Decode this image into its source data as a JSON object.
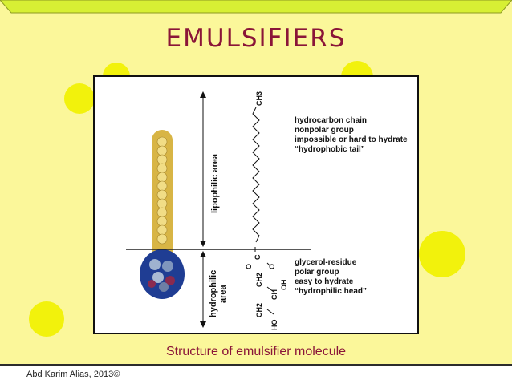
{
  "slide": {
    "title": "EMULSIFIERS",
    "caption": "Structure of emulsifier molecule",
    "credit": "Abd Karim Alias, 2013©"
  },
  "figure": {
    "lipophilic_label": "lipophilic area",
    "hydrophilic_label": "hydrophilic area",
    "tail_notes": [
      "hydrocarbon chain",
      "nonpolar group",
      "impossible or hard to hydrate",
      "“hydrophobic tail”"
    ],
    "head_notes": [
      "glycerol-residue",
      "polar group",
      "easy to hydrate",
      "“hydrophilic head”"
    ],
    "chem": {
      "ch3": "CH3",
      "c": "C",
      "o1": "O",
      "o2": "O",
      "ch2_a": "CH2",
      "ch": "CH",
      "oh": "OH",
      "ch2_b": "CH2",
      "ho": "HO"
    }
  },
  "colors": {
    "background": "#fbf79a",
    "dots": "#f2f20c",
    "title": "#8a1538",
    "tail_bead": "#d8b545",
    "head": "#1f3d93"
  }
}
